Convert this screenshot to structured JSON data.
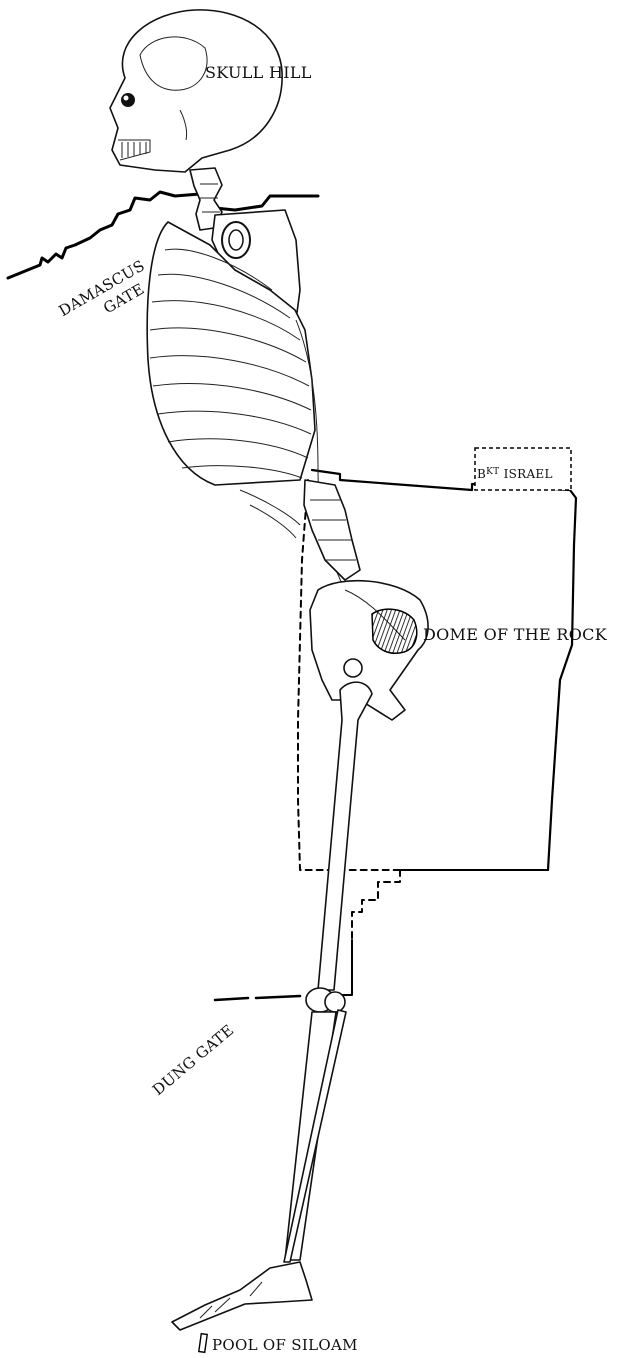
{
  "labels": {
    "skull_hill": "SKULL HILL",
    "damascus_line1": "DAMASCUS",
    "damascus_line2": "GATE",
    "bkt_prefix": "B",
    "bkt_super": "KT",
    "bkt_suffix": " ISRAEL",
    "dome": "DOME OF THE ROCK",
    "dung_gate": "DUNG GATE",
    "pool": "POOL OF SILOAM"
  },
  "colors": {
    "ink": "#000000",
    "background": "#ffffff"
  }
}
